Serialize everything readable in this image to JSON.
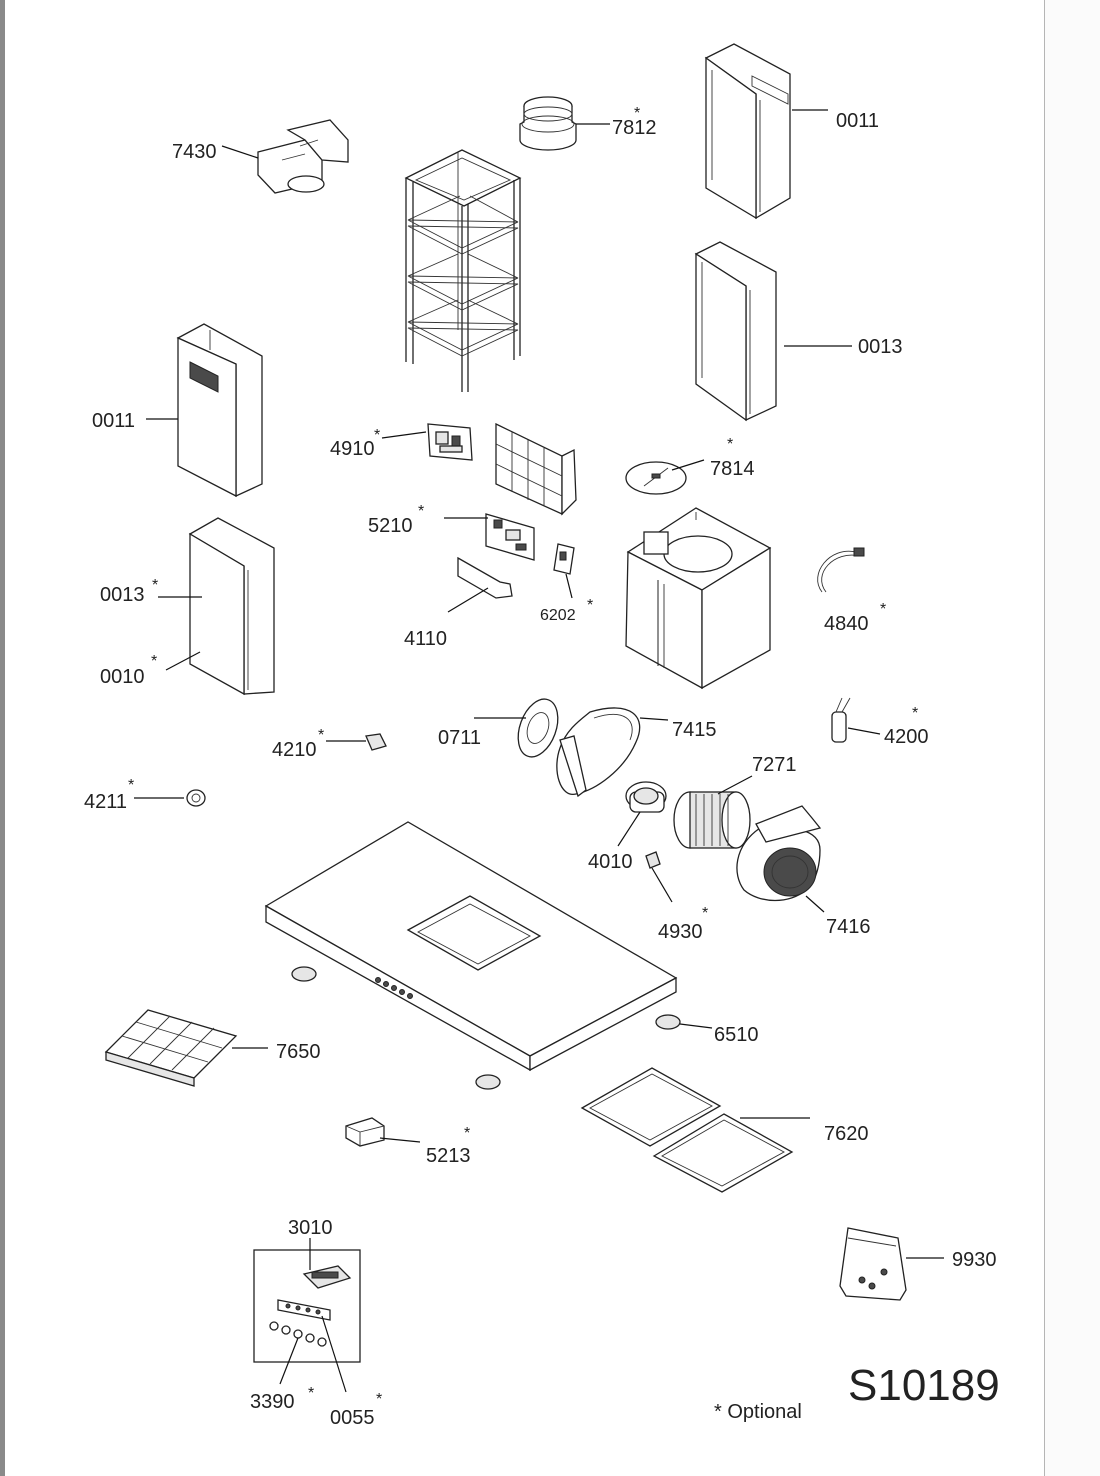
{
  "diagram": {
    "drawing_code": "S10189",
    "optional_note": "* Optional",
    "optional_marker": "*",
    "labels": {
      "l7430": "7430",
      "l7812": "7812",
      "l0011a": "0011",
      "l0011b": "0011",
      "l0013a": "0013",
      "l0013b": "0013",
      "l0010": "0010",
      "l4910": "4910",
      "l7814": "7814",
      "l5210": "5210",
      "l4110": "4110",
      "l6202": "6202",
      "l4840": "4840",
      "l4210": "4210",
      "l0711": "0711",
      "l7415": "7415",
      "l4200": "4200",
      "l4211": "4211",
      "l7271": "7271",
      "l4010": "4010",
      "l4930": "4930",
      "l7416": "7416",
      "l6510": "6510",
      "l7650": "7650",
      "l7620": "7620",
      "l5213": "5213",
      "l3010": "3010",
      "l9930": "9930",
      "l3390": "3390",
      "l0055": "0055"
    }
  }
}
